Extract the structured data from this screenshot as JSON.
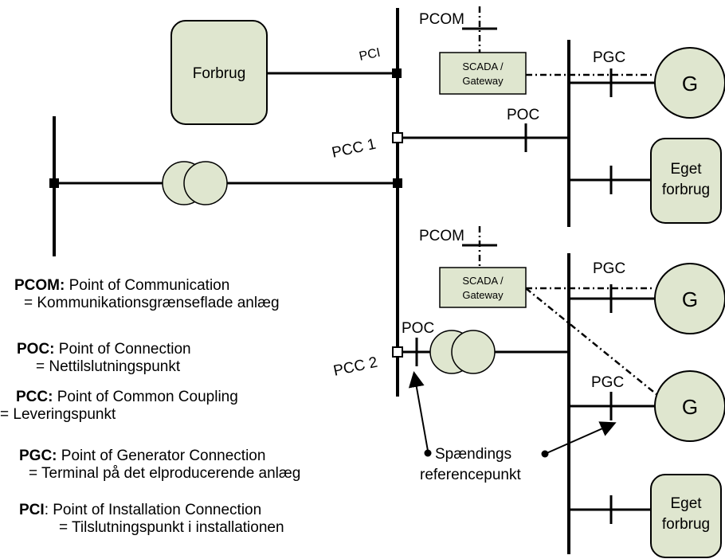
{
  "diagram": {
    "boxes": {
      "forbrug": "Forbrug",
      "scada_top_line1": "SCADA /",
      "scada_top_line2": "Gateway",
      "scada_bottom_line1": "SCADA /",
      "scada_bottom_line2": "Gateway",
      "eget_top_line1": "Eget",
      "eget_top_line2": "forbrug",
      "eget_bottom_line1": "Eget",
      "eget_bottom_line2": "forbrug",
      "generator_symbol": "G"
    },
    "labels": {
      "pcom_top": "PCOM",
      "pcom_bottom": "PCOM",
      "pci": "PCI",
      "pgc_top": "PGC",
      "pgc_mid": "PGC",
      "pgc_low": "PGC",
      "poc_top": "POC",
      "poc_bottom": "POC",
      "pcc1": "PCC 1",
      "pcc2": "PCC 2",
      "ref_line1": "Spændings",
      "ref_line2": "referencepunkt"
    }
  },
  "legend": [
    {
      "term": "PCOM:",
      "desc": "Point of Communication",
      "sub": "= Kommunikationsgrænseflade anlæg"
    },
    {
      "term": "POC:",
      "desc": "Point of Connection",
      "sub": "= Nettilslutningspunkt"
    },
    {
      "term": "PCC:",
      "desc": "Point of Common Coupling",
      "sub": "= Leveringspunkt"
    },
    {
      "term": "PGC:",
      "desc": "Point of Generator Connection",
      "sub": "= Terminal på det elproducerende anlæg"
    },
    {
      "term": "PCI",
      "desc": ": Point of Installation Connection",
      "sub": "= Tilslutningspunkt i installationen"
    }
  ],
  "colors": {
    "box_fill": "#dfe6cf",
    "line": "#000000"
  }
}
